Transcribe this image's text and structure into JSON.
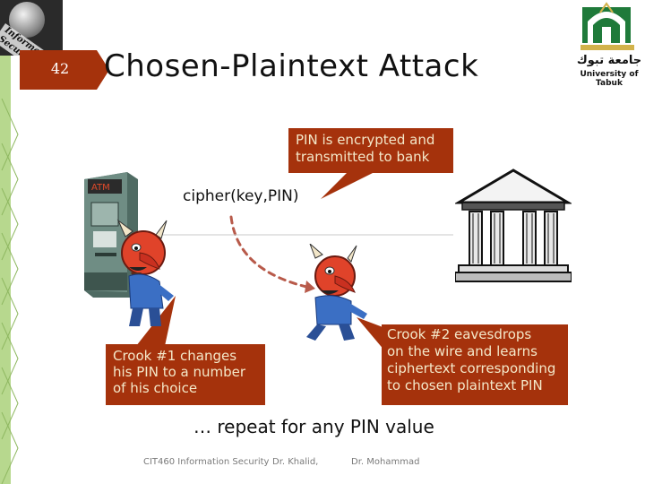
{
  "slide": {
    "page_number": "42",
    "title": "Chosen-Plaintext Attack",
    "badge_text": "Information Security"
  },
  "university": {
    "arabic_name": "جامعة تبوك",
    "english_name": "University of Tabuk"
  },
  "diagram": {
    "atm_label": "ATM",
    "cipher_label": "cipher(key,PIN)",
    "repeat_label": "… repeat for any PIN value",
    "callouts": {
      "top": [
        "PIN is encrypted and",
        "transmitted to bank"
      ],
      "left": [
        "Crook #1 changes",
        "his PIN to a number",
        "of his choice"
      ],
      "right": [
        "Crook #2 eavesdrops",
        "on the wire and learns",
        "ciphertext corresponding",
        "to chosen plaintext PIN"
      ]
    }
  },
  "footer": {
    "course": "CIT460 Information Security",
    "doctor1": "Dr. Khalid,",
    "doctor2": "Dr. Mohammad"
  },
  "colors": {
    "callout_bg": "#a5320c",
    "callout_text": "#f4e8c9",
    "accent_green": "#b7d88e",
    "tab_red": "#a5320c"
  }
}
